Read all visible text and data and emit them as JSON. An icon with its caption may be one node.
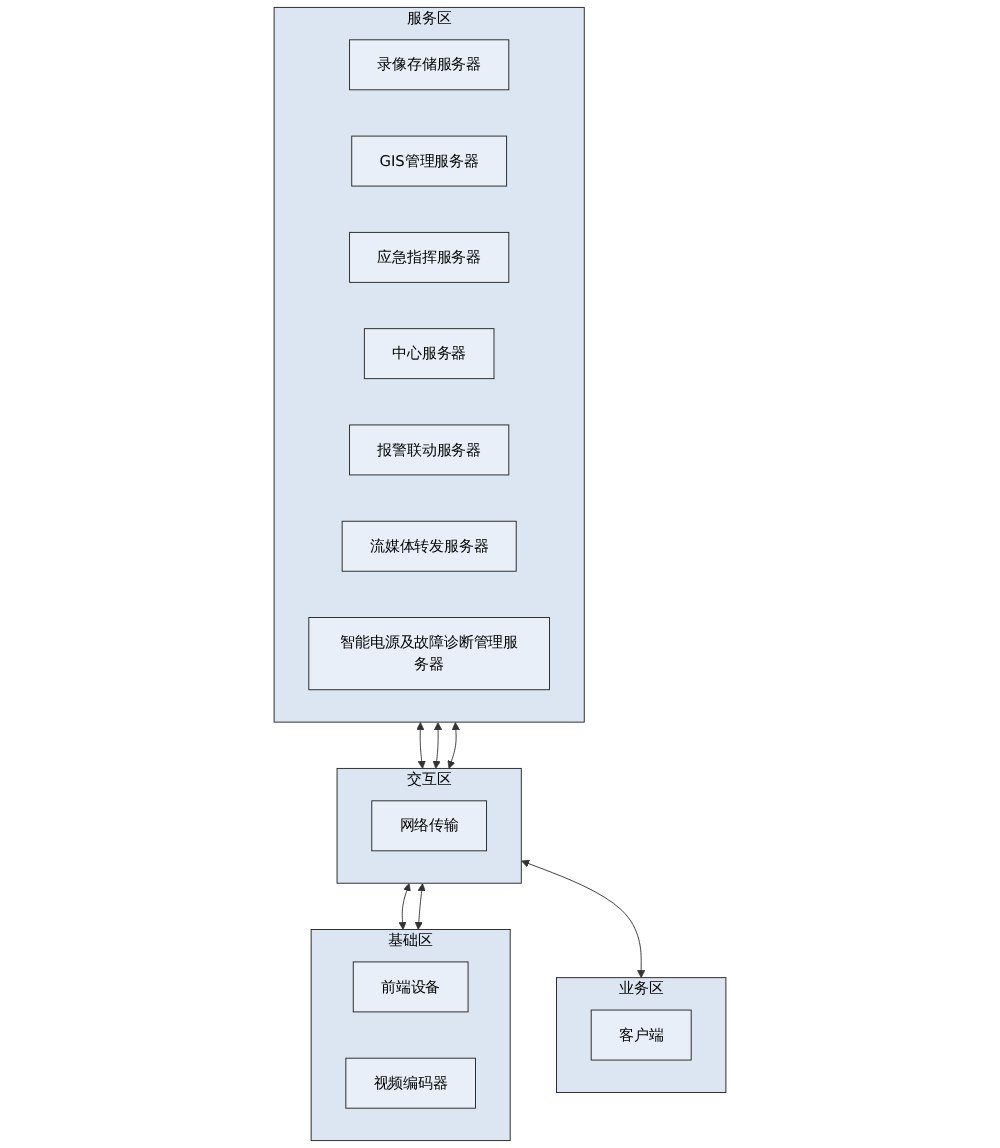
{
  "diagram": {
    "nodes": [
      {
        "text": [
          "服务区"
        ]
      },
      {
        "text": [
          "录像存储服务器"
        ],
        "in": 0
      },
      {
        "text": [
          "GIS管理服务器"
        ],
        "in": 0
      },
      {
        "text": [
          "应急指挥服务器"
        ],
        "in": 0
      },
      {
        "text": [
          "中心服务器"
        ],
        "in": 0
      },
      {
        "text": [
          "报警联动服务器"
        ],
        "in": 0
      },
      {
        "text": [
          "流媒体转发服务器"
        ],
        "in": 0
      },
      {
        "text": [
          "智能电源及故障诊断管理服务器"
        ],
        "in": 0
      },
      {
        "text": [
          "交互区"
        ]
      },
      {
        "text": [
          "网络传输"
        ],
        "in": 8
      },
      {
        "text": [
          "基础区"
        ]
      },
      {
        "text": [
          "前端设备"
        ],
        "in": 10
      },
      {
        "text": [
          "视频编码器"
        ],
        "in": 10
      },
      {
        "text": [
          "业务区"
        ]
      },
      {
        "text": [
          "客户端"
        ],
        "in": 13
      }
    ],
    "edges": [
      {
        "from": 0,
        "to": 8,
        "arrow": "both"
      },
      {
        "from": 0,
        "to": 8,
        "arrow": "both"
      },
      {
        "from": 0,
        "to": 8,
        "arrow": "both"
      },
      {
        "from": 8,
        "to": 10,
        "arrow": "both"
      },
      {
        "from": 8,
        "to": 10,
        "arrow": "both"
      },
      {
        "from": 8,
        "to": 13,
        "arrow": "both"
      }
    ]
  }
}
